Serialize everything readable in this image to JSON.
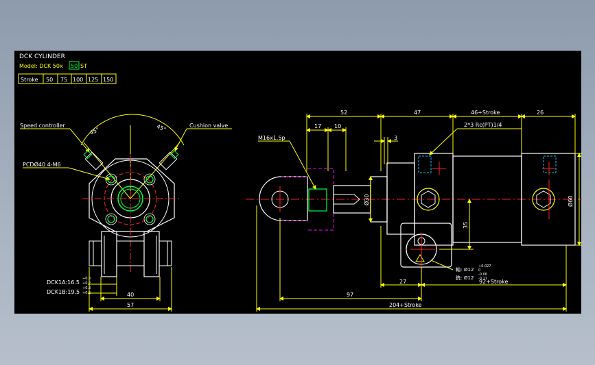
{
  "title_block": {
    "title": "DCK  CYLINDER",
    "model_prefix": "Model: DCK  50x",
    "model_highlight": "50",
    "model_suffix": "ST",
    "stroke_header": "Stroke",
    "stroke_values": [
      "50",
      "75",
      "100",
      "125",
      "150"
    ]
  },
  "left_view": {
    "speed_controller": "Speed controller",
    "cushion_valve": "Cushion valve",
    "angle_left": "45°",
    "angle_right": "45°",
    "pcd": "PCDØ40  4-M6",
    "dck1a": "DCK1A:16.5",
    "dck1a_tol_up": "+0.3",
    "dck1a_tol_dn": "+0.2",
    "dck1b": "DCK1B:19.5",
    "dck1b_tol_up": "+0.3",
    "dck1b_tol_dn": "+0.2",
    "dim_40": "40",
    "dim_57": "57"
  },
  "right_view": {
    "dim_52": "52",
    "dim_47": "47",
    "dim_46_stroke": "46+Stroke",
    "dim_26": "26",
    "dim_17": "17",
    "dim_10": "10",
    "dim_3": "3",
    "thread": "M16x1.5p",
    "port": "2*3 Rc(PT)1/4",
    "dia_30": "Ø30",
    "dia_60": "Ø60",
    "dim_35": "35",
    "shaft_label": "軸:",
    "shaft_dia": "Ø12",
    "shaft_tol_up": "+0.027",
    "shaft_tol_dn": "0",
    "hole_label": "銃:",
    "hole_dia": "Ø12",
    "hole_tol_up": "-0.06",
    "hole_tol_dn": "-0.11",
    "dim_92_stroke": "92+Stroke",
    "dim_27": "27",
    "dim_97": "97",
    "dim_204_stroke": "204+Stroke"
  },
  "colors": {
    "yellow": "#ffff00",
    "red": "#ff2020",
    "magenta": "#ff00ff",
    "green": "#00ff40",
    "cyan": "#00c8ff",
    "white": "#ffffff"
  }
}
